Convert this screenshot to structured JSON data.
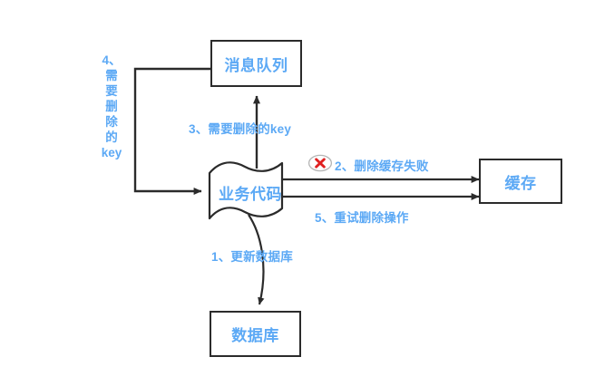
{
  "diagram": {
    "title_colors": {
      "node_text": "#5ca9f5",
      "node_border": "#2b2b2b",
      "edge_line": "#2b2b2b",
      "error_x": "#e02020",
      "error_circle": "#b0b0b0",
      "background": "#ffffff"
    },
    "nodes": [
      {
        "id": "message-queue",
        "label": "消息队列",
        "shape": "rectangle"
      },
      {
        "id": "business-code",
        "label": "业务代码",
        "shape": "wavy-document"
      },
      {
        "id": "cache",
        "label": "缓存",
        "shape": "rectangle"
      },
      {
        "id": "database",
        "label": "数据库",
        "shape": "rectangle"
      }
    ],
    "edges": [
      {
        "id": "edge-1",
        "label": "1、更新数据库",
        "from": "business-code",
        "to": "database"
      },
      {
        "id": "edge-2",
        "label": "2、删除缓存失败",
        "from": "business-code",
        "to": "cache",
        "status": "failed"
      },
      {
        "id": "edge-3",
        "label": "3、需要删除的key",
        "from": "business-code",
        "to": "message-queue"
      },
      {
        "id": "edge-4",
        "label": "4、需要删除的key",
        "from": "message-queue",
        "to": "business-code",
        "orientation": "vertical-stacked"
      },
      {
        "id": "edge-5",
        "label": "5、重试删除操作",
        "from": "business-code",
        "to": "cache"
      }
    ],
    "vertical_label_chars": [
      "4、",
      "需",
      "要",
      "删",
      "除",
      "的",
      "key"
    ],
    "error_icon": {
      "name": "error-x-icon",
      "glyph": "✕"
    }
  }
}
